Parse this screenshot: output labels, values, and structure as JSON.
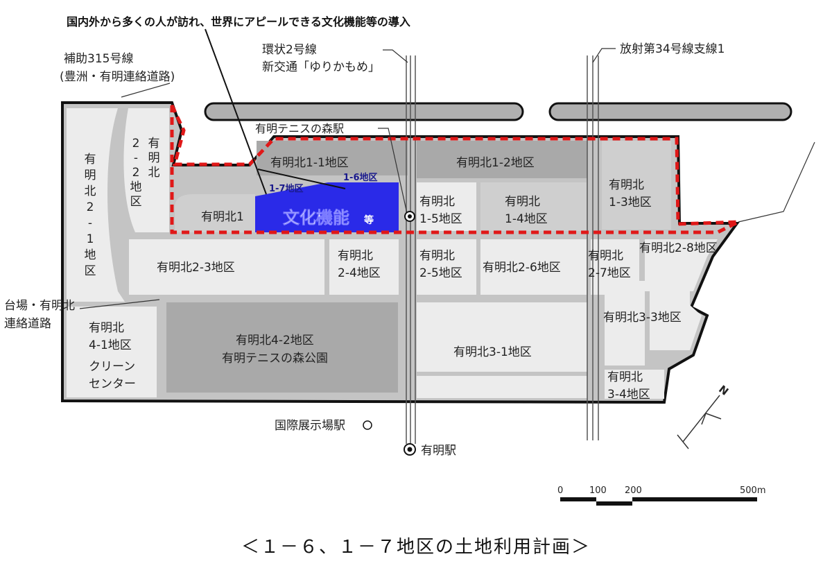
{
  "headline": "国内外から多くの人が訪れ、世界にアピールできる文化機能等の導入",
  "roads": {
    "hojo315_line1": "補助315号線",
    "hojo315_line2": "(豊洲・有明連絡道路)",
    "kanjo2_line1": "環状2号線",
    "kanjo2_line2": "新交通「ゆりかもめ」",
    "hoshano34": "放射第34号線支線1",
    "daiba_line1": "台場・有明北",
    "daiba_line2": "連絡道路"
  },
  "stations": {
    "tennis_mori": "有明テニスの森駅",
    "kokusai_tenjijo": "国際展示場駅",
    "ariake": "有明駅"
  },
  "districts": {
    "d11": "有明北1-1地区",
    "d12": "有明北1-2地区",
    "d13_a": "有明北",
    "d13_b": "1-3地区",
    "d14_a": "有明北",
    "d14_b": "1-4地区",
    "d15_a": "有明北",
    "d15_b": "1-5地区",
    "d1_partial": "有明北1",
    "d16": "1-6地区",
    "d17": "1-7地区",
    "culture": "文化機能",
    "culture_suffix": "等",
    "d21_chars": [
      "有",
      "明",
      "北",
      "2",
      "-",
      "1",
      "地",
      "区"
    ],
    "d22_col1": [
      "2",
      "-",
      "2",
      "地",
      "区"
    ],
    "d22_col2": [
      "有",
      "明",
      "北"
    ],
    "d23": "有明北2-3地区",
    "d24_a": "有明北",
    "d24_b": "2-4地区",
    "d25_a": "有明北",
    "d25_b": "2-5地区",
    "d26": "有明北2-6地区",
    "d27_a": "有明北",
    "d27_b": "2-7地区",
    "d28": "有明北2-8地区",
    "d31": "有明北3-1地区",
    "d33": "有明北3-3地区",
    "d34_a": "有明北",
    "d34_b": "3-4地区",
    "d41_a": "有明北",
    "d41_b": "4-1地区",
    "d41_c": "クリーン",
    "d41_d": "センター",
    "d42_a": "有明北4-2地区",
    "d42_b": "有明テニスの森公園"
  },
  "scale": {
    "t0": "0",
    "t100": "100",
    "t200": "200",
    "t500": "500m"
  },
  "north_label": "N",
  "caption": "＜１－６、１－７地区の土地利用計画＞",
  "colors": {
    "culture_blue": "#2a2ae8",
    "boundary_red": "#e01818",
    "district_light": "#ececec",
    "district_mid": "#cfcfcf",
    "district_dark": "#a9a9a9",
    "road_gray": "#c4c4c4"
  }
}
